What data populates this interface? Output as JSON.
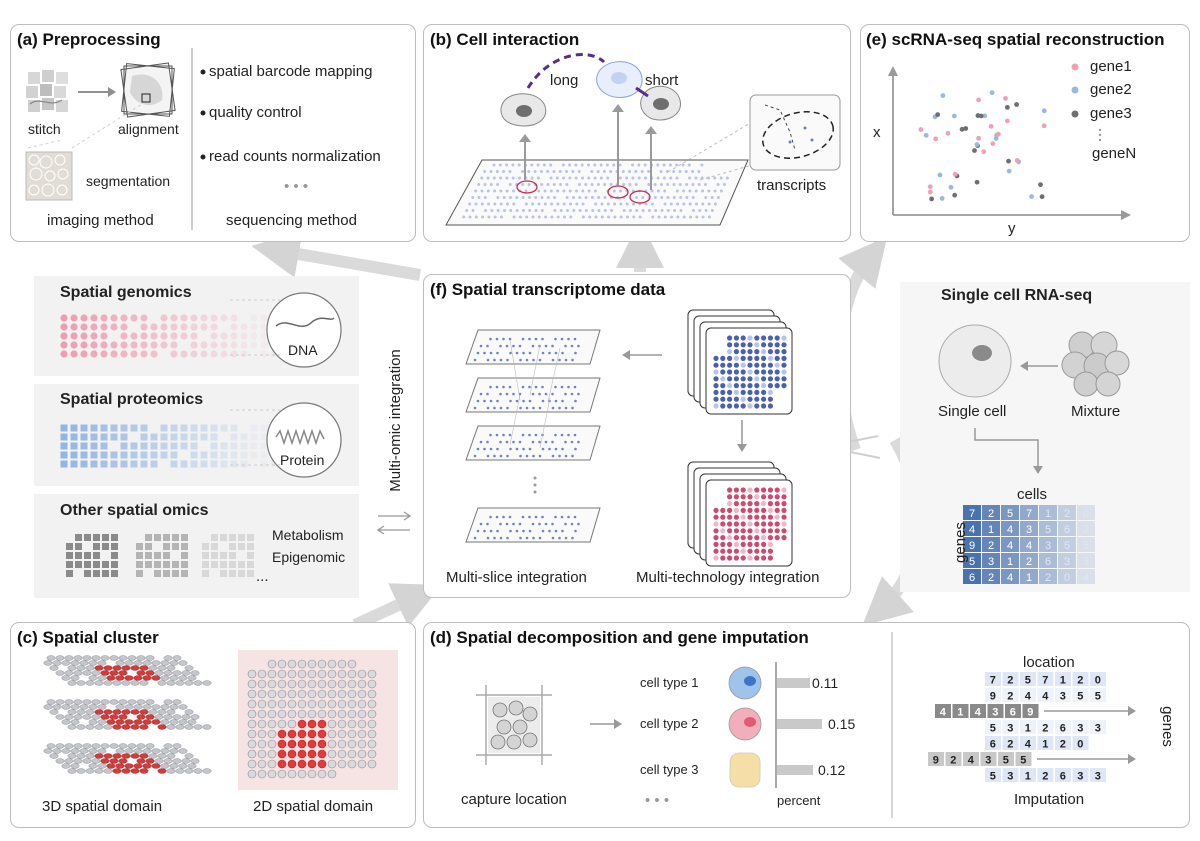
{
  "panels": {
    "a": {
      "title": "(a) Preprocessing",
      "stitch": "stitch",
      "alignment": "alignment",
      "segmentation": "segmentation",
      "imaging_method": "imaging method",
      "bullets": [
        "spatial barcode mapping",
        "quality control",
        "read counts normalization"
      ],
      "ellipsis": "• • •",
      "sequencing_method": "sequencing method"
    },
    "b": {
      "title": "(b) Cell interaction",
      "long": "long",
      "short": "short",
      "transcripts": "transcripts"
    },
    "e": {
      "title": "(e) scRNA-seq spatial reconstruction",
      "legend": [
        {
          "label": "gene1",
          "color": "#f0a0b4"
        },
        {
          "label": "gene2",
          "color": "#9ab8e2"
        },
        {
          "label": "gene3",
          "color": "#6f6f6f"
        }
      ],
      "legend_last": "geneN",
      "x_axis": "x",
      "y_axis": "y"
    },
    "omics": {
      "genomics": "Spatial genomics",
      "dna": "DNA",
      "proteomics": "Spatial proteomics",
      "protein": "Protein",
      "other": "Other spatial omics",
      "metabolism": "Metabolism",
      "epigenomic": "Epigenomic",
      "ellipsis": "...",
      "integration": "Multi-omic integration"
    },
    "f": {
      "title": "(f) Spatial transcriptome data",
      "multi_slice": "Multi-slice integration",
      "multi_tech": "Multi-technology integration"
    },
    "scrna": {
      "title": "Single cell RNA-seq",
      "single_cell": "Single cell",
      "mixture": "Mixture",
      "cells": "cells",
      "genes": "genes",
      "matrix": [
        [
          "7",
          "2",
          "5",
          "7",
          "1",
          "2",
          "0"
        ],
        [
          "4",
          "1",
          "4",
          "3",
          "5",
          "6",
          "2"
        ],
        [
          "9",
          "2",
          "4",
          "4",
          "3",
          "5",
          "5"
        ],
        [
          "5",
          "3",
          "1",
          "2",
          "6",
          "3",
          "3"
        ],
        [
          "6",
          "2",
          "4",
          "1",
          "2",
          "0",
          "4"
        ]
      ]
    },
    "c": {
      "title": "(c) Spatial cluster",
      "three_d": "3D spatial domain",
      "two_d": "2D spatial domain"
    },
    "d": {
      "title": "(d) Spatial decomposition and gene imputation",
      "capture_location": "capture location",
      "cell_types": [
        {
          "label": "cell type 1",
          "value": "0.11",
          "fraction": 0.11,
          "color": "#9fc3ea"
        },
        {
          "label": "cell type 2",
          "value": "0.15",
          "fraction": 0.15,
          "color": "#f3aebb"
        },
        {
          "label": "cell type 3",
          "value": "0.12",
          "fraction": 0.12,
          "color": "#f5dfa6"
        }
      ],
      "dots": "• • •",
      "percent": "percent",
      "location": "location",
      "genes": "genes",
      "imputation": "Imputation",
      "rows": [
        {
          "cells": [
            "7",
            "2",
            "5",
            "7",
            "1",
            "2",
            "0"
          ],
          "type": "plain"
        },
        {
          "cells": [
            "9",
            "2",
            "4",
            "4",
            "3",
            "5",
            "5"
          ],
          "type": "plain"
        },
        {
          "cells": [
            "4",
            "1",
            "4",
            "3",
            "6",
            "9"
          ],
          "type": "dark"
        },
        {
          "cells": [
            "5",
            "3",
            "1",
            "2",
            "6",
            "3",
            "3"
          ],
          "type": "plain"
        },
        {
          "cells": [
            "6",
            "2",
            "4",
            "1",
            "2",
            "0"
          ],
          "type": "plain"
        },
        {
          "cells": [
            "9",
            "2",
            "4",
            "3",
            "5",
            "5"
          ],
          "type": "grey"
        },
        {
          "cells": [
            "5",
            "3",
            "1",
            "2",
            "6",
            "3",
            "3"
          ],
          "type": "plain"
        }
      ]
    }
  }
}
